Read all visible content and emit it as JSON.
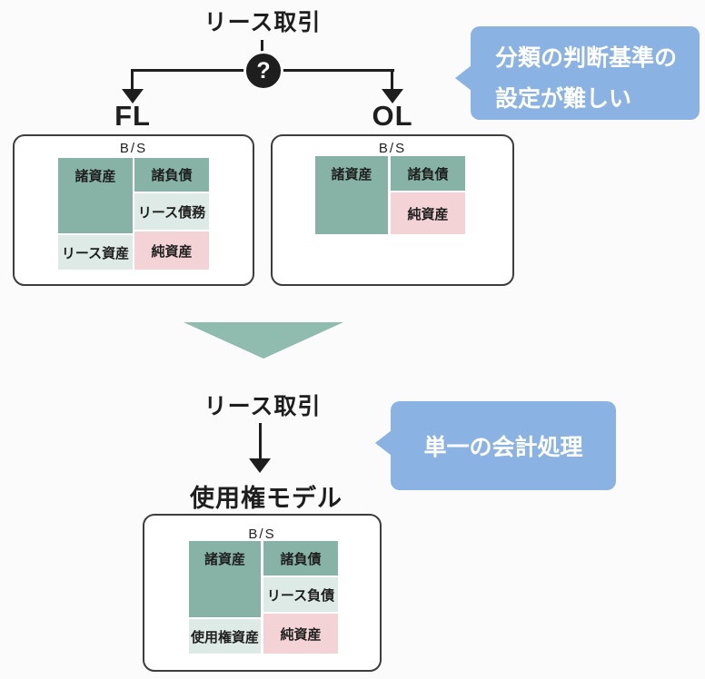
{
  "colors": {
    "accent_blue": "#8ab2e3",
    "block_green": "#86b3a5",
    "block_pale_green": "#ddeae6",
    "block_pink": "#f3d3d6",
    "triangle_green": "#8fbcae",
    "ink": "#1e1e1e"
  },
  "top": {
    "title": "リース取引",
    "question_mark": "?",
    "branch_left_label": "FL",
    "branch_right_label": "OL",
    "callout": {
      "line1": "分類の判断基準の",
      "line2": "設定が難しい"
    }
  },
  "fl_sheet": {
    "title": "B/S",
    "assets": "諸資産",
    "lease_asset": "リース資産",
    "liabilities": "諸負債",
    "lease_obligation": "リース債務",
    "net_assets": "純資産"
  },
  "ol_sheet": {
    "title": "B/S",
    "assets": "諸資産",
    "liabilities": "諸負債",
    "net_assets": "純資産"
  },
  "bottom": {
    "title": "リース取引",
    "model_label": "使用権モデル",
    "callout": "単一の会計処理",
    "sheet": {
      "title": "B/S",
      "assets": "諸資産",
      "rou_asset": "使用権資産",
      "liabilities": "諸負債",
      "lease_liability": "リース負債",
      "net_assets": "純資産"
    }
  }
}
